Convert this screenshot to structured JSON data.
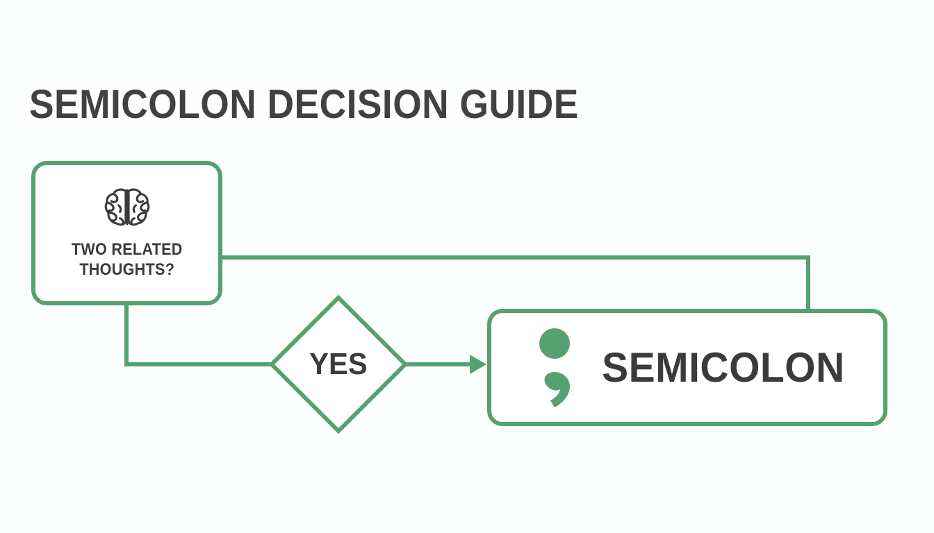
{
  "page": {
    "title": "SEMICOLON DECISION GUIDE",
    "background_color": "#fdfefe",
    "accent_color": "#55a270",
    "text_color": "#3b3b3b"
  },
  "flowchart": {
    "question_node": {
      "icon": "brain-icon",
      "label": "TWO RELATED\nTHOUGHTS?",
      "label_line1": "TWO RELATED",
      "label_line2": "THOUGHTS?"
    },
    "decision_node": {
      "label": "YES",
      "shape": "diamond"
    },
    "result_node": {
      "icon": "semicolon-icon",
      "label": "SEMICOLON"
    },
    "connectors": [
      {
        "name": "question-to-result-top",
        "from": "question_node",
        "to": "result_node",
        "arrow": false
      },
      {
        "name": "question-to-decision",
        "from": "question_node",
        "to": "decision_node",
        "arrow": false
      },
      {
        "name": "decision-to-result",
        "from": "decision_node",
        "to": "result_node",
        "arrow": true
      }
    ]
  }
}
